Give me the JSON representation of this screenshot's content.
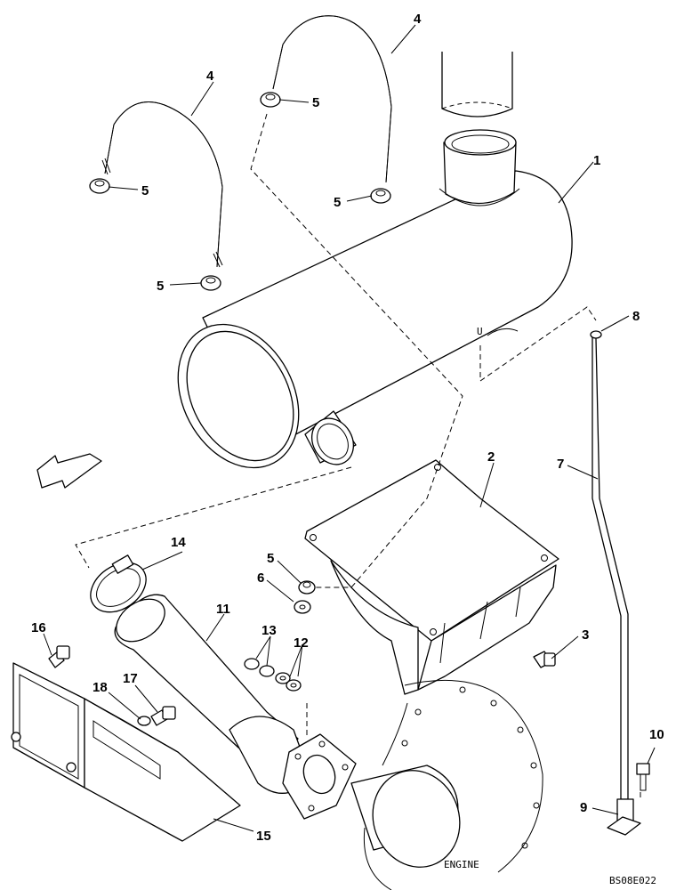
{
  "diagram": {
    "callouts": {
      "c1": "1",
      "c2": "2",
      "c3": "3",
      "c4a": "4",
      "c4b": "4",
      "c5a": "5",
      "c5b": "5",
      "c5c": "5",
      "c5d": "5",
      "c5e": "5",
      "c6": "6",
      "c7": "7",
      "c8": "8",
      "c9": "9",
      "c10": "10",
      "c11": "11",
      "c12": "12",
      "c13": "13",
      "c14": "14",
      "c15": "15",
      "c16": "16",
      "c17": "17",
      "c18": "18"
    },
    "engine_label": "ENGINE",
    "drawing_code": "BS08E022",
    "colors": {
      "line": "#000000",
      "background": "#ffffff"
    }
  }
}
